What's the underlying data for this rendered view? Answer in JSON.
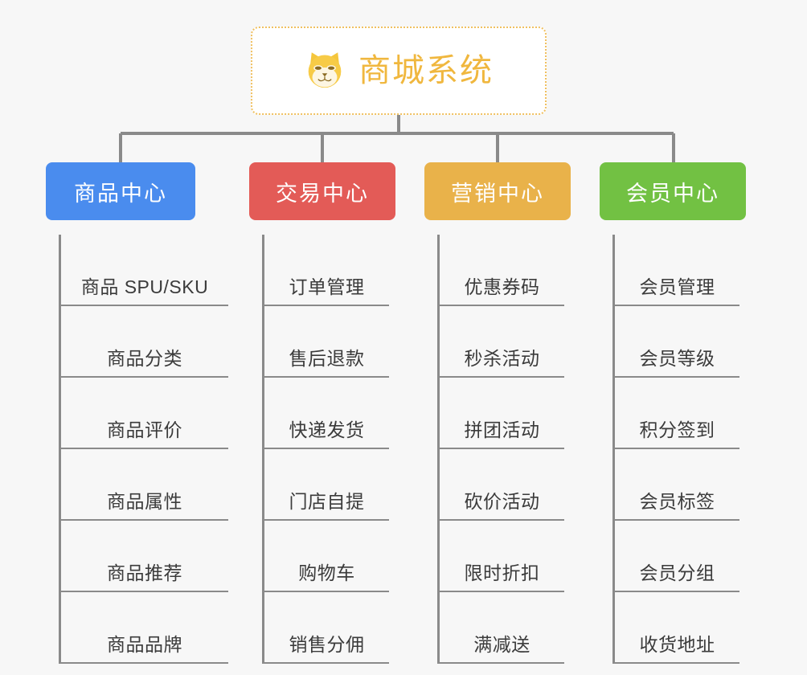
{
  "page": {
    "background_color": "#f7f7f7",
    "type": "org-chart-mindmap"
  },
  "root": {
    "title": "商城系统",
    "icon": "shiba-dog-face-icon",
    "text_color": "#f0b73e",
    "border_color": "#f0c060",
    "background_color": "#ffffff"
  },
  "columns": [
    {
      "id": "product-center",
      "label": "商品中心",
      "color": "#4a8cee",
      "items": [
        "商品 SPU/SKU",
        "商品分类",
        "商品评价",
        "商品属性",
        "商品推荐",
        "商品品牌"
      ]
    },
    {
      "id": "trade-center",
      "label": "交易中心",
      "color": "#e35b57",
      "items": [
        "订单管理",
        "售后退款",
        "快递发货",
        "门店自提",
        "购物车",
        "销售分佣"
      ]
    },
    {
      "id": "marketing-center",
      "label": "营销中心",
      "color": "#e9b24a",
      "items": [
        "优惠券码",
        "秒杀活动",
        "拼团活动",
        "砍价活动",
        "限时折扣",
        "满减送"
      ]
    },
    {
      "id": "member-center",
      "label": "会员中心",
      "color": "#72c143",
      "items": [
        "会员管理",
        "会员等级",
        "积分签到",
        "会员标签",
        "会员分组",
        "收货地址"
      ]
    }
  ],
  "connector": {
    "color": "#8a8a8a"
  }
}
